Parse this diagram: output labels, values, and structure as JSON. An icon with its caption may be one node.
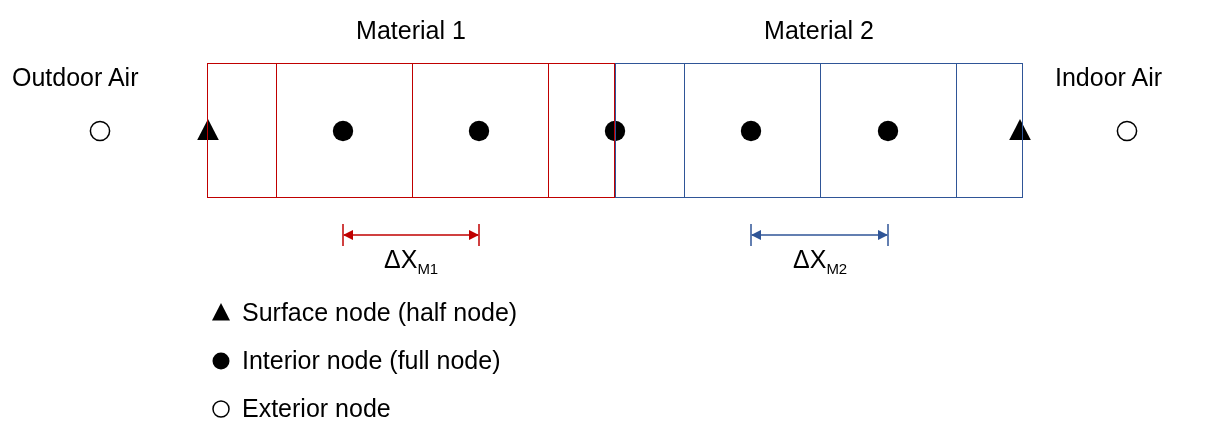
{
  "diagram": {
    "nodes": [
      {
        "text": [
          "Material 1"
        ]
      },
      {
        "text": [
          "Material 2"
        ]
      }
    ],
    "labels": [
      "Outdoor Air",
      "Indoor Air",
      "ΔX$_{M1}$",
      "ΔX$_{M2}$"
    ],
    "legend": [
      {
        "text": "Surface node (half node)"
      },
      {
        "text": "Interior node (full node)"
      },
      {
        "text": "Exterior node"
      }
    ]
  }
}
